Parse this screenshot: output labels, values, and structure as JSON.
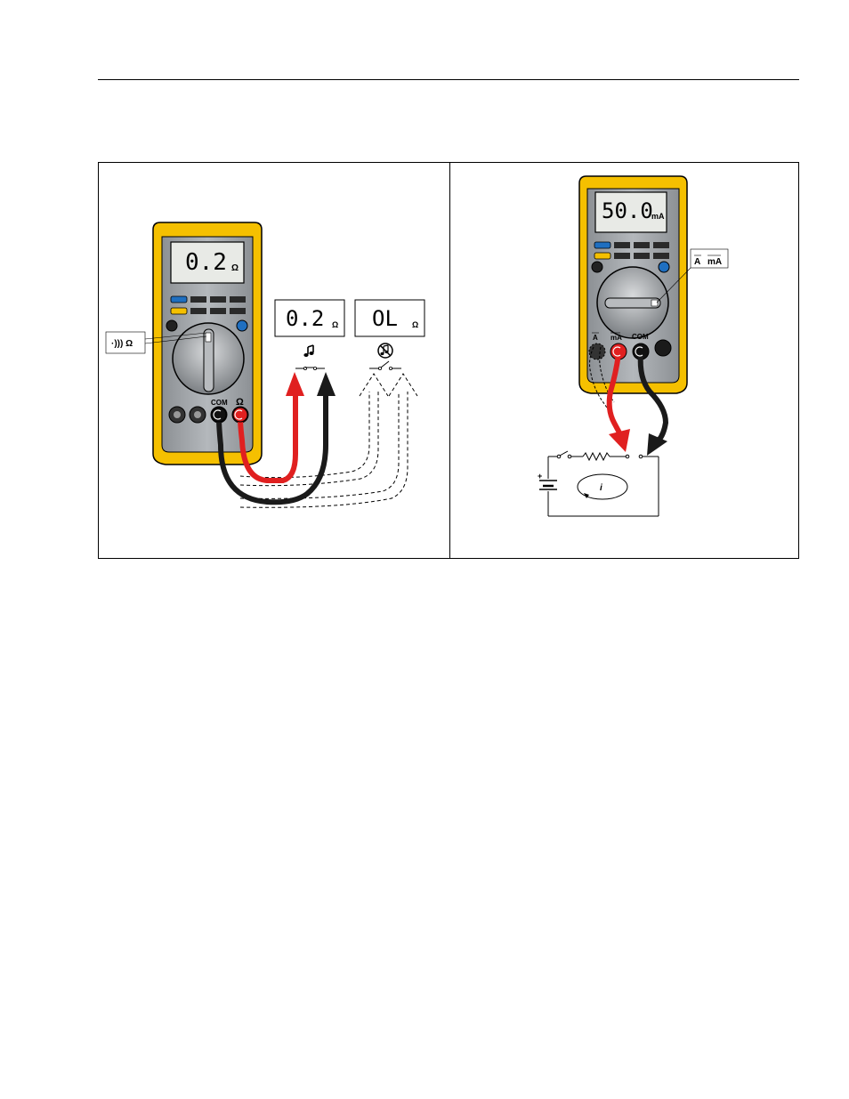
{
  "figure": {
    "left_panel": {
      "meter_reading": "0.2",
      "meter_unit": "Ω",
      "knob_callout": "·))) Ω",
      "jack_com_label": "COM",
      "jack_ohm_label": "Ω",
      "closed_display_value": "0.2",
      "closed_display_unit": "Ω",
      "open_display_value": "OL",
      "open_display_unit": "Ω",
      "beep_icon": "music-note-icon",
      "no_beep_icon": "muted-note-icon"
    },
    "right_panel": {
      "meter_reading": "50.0",
      "meter_unit": "mA",
      "knob_callout_a": "A",
      "knob_callout_ma": "mA",
      "jack_a_label": "A",
      "jack_ma_label": "mA",
      "jack_com_label": "COM",
      "current_symbol": "i"
    },
    "colors": {
      "meter_yellow": "#f5c000",
      "meter_gray": "#a0a4a8",
      "lead_red": "#e02020",
      "lead_black": "#1a1a1a",
      "button_blue": "#1f6fc0",
      "button_yellow": "#f5c000"
    }
  }
}
